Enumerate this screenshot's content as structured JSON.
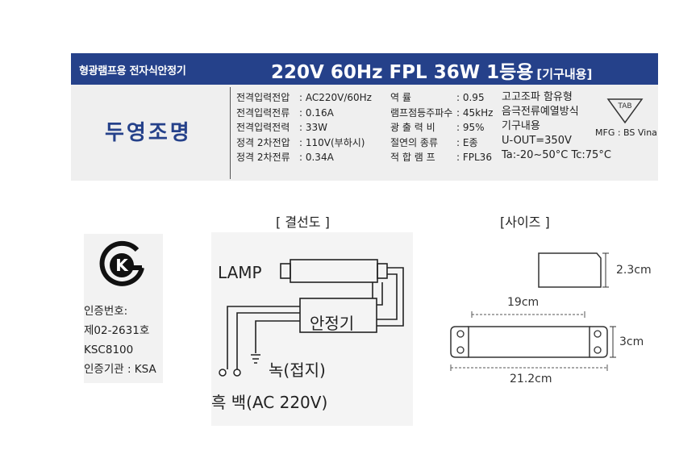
{
  "header": {
    "product_type": "형광램프용 전자식안정기",
    "spec": "220V 60Hz FPL 36W 1등용",
    "note": "[기구내용]"
  },
  "brand": "두영조명",
  "specs_col1": [
    {
      "key": "전격입력전압",
      "value": ": AC220V/60Hz"
    },
    {
      "key": "전격입력전류",
      "value": ": 0.16A"
    },
    {
      "key": "전격입력전력",
      "value": ": 33W"
    },
    {
      "key": "정격 2차전압",
      "value": ": 110V(부하시)"
    },
    {
      "key": "정격 2차전류",
      "value": ": 0.34A"
    }
  ],
  "specs_col2": [
    {
      "key": "역          률",
      "value": ": 0.95"
    },
    {
      "key": "램프점등주파수",
      "value": ": 45kHz"
    },
    {
      "key": "광  출  력  비",
      "value": ": 95%"
    },
    {
      "key": "절연의 종류",
      "value": ": E종"
    },
    {
      "key": "적  합  램  프",
      "value": ": FPL36"
    }
  ],
  "specs_col3": [
    "고고조파 함유형",
    "음극전류예열방식",
    "기구내용",
    "U-OUT=350V",
    "Ta:-20~50°C Tc:75°C"
  ],
  "tab_mark": "TAB",
  "mfg": "MFG : BS Vina",
  "cert": {
    "logo_letter": "K",
    "lines": [
      "인증번호:",
      "제02-2631호",
      "KSC8100",
      "인증기관 : KSA"
    ]
  },
  "wiring": {
    "title": "[ 결선도 ]",
    "lamp": "LAMP",
    "ballast": "안정기",
    "ground": "녹(접지)",
    "power": "흑 백(AC 220V)"
  },
  "size": {
    "title": "[사이즈 ]",
    "height": "2.3cm",
    "length_body": "19cm",
    "width": "3cm",
    "length_total": "21.2cm"
  },
  "colors": {
    "header_bg": "#25418a",
    "brand_text": "#25418a"
  }
}
